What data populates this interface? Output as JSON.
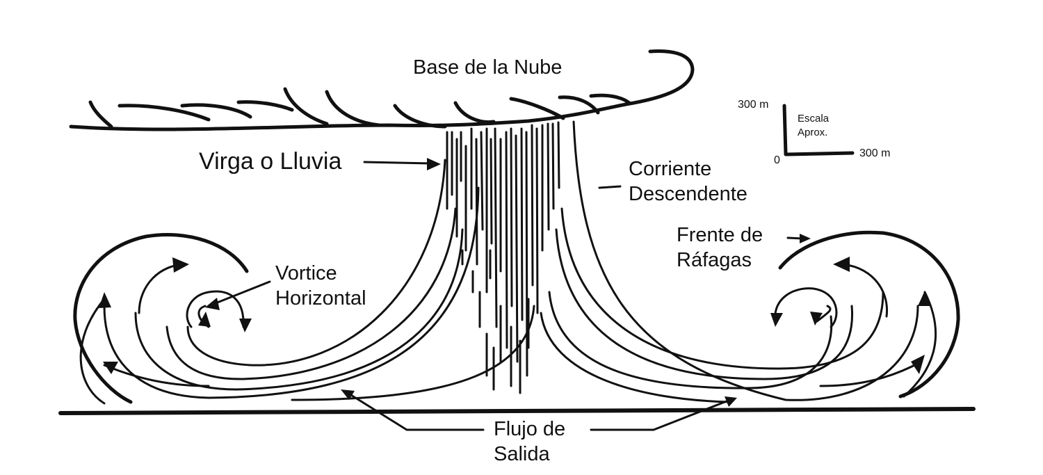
{
  "labels": {
    "cloud_base": "Base de la Nube",
    "virga": "Virga o Lluvia",
    "downdraft_line1": "Corriente",
    "downdraft_line2": "Descendente",
    "gust_front_line1": "Frente de",
    "gust_front_line2": "Ráfagas",
    "vortex_line1": "Vortice",
    "vortex_line2": "Horizontal",
    "outflow_line1": "Flujo de",
    "outflow_line2": "Salida"
  },
  "scale": {
    "title_line1": "Escala",
    "title_line2": "Aprox.",
    "vertical_label": "300 m",
    "horizontal_label": "300 m",
    "origin_label": "0"
  }
}
